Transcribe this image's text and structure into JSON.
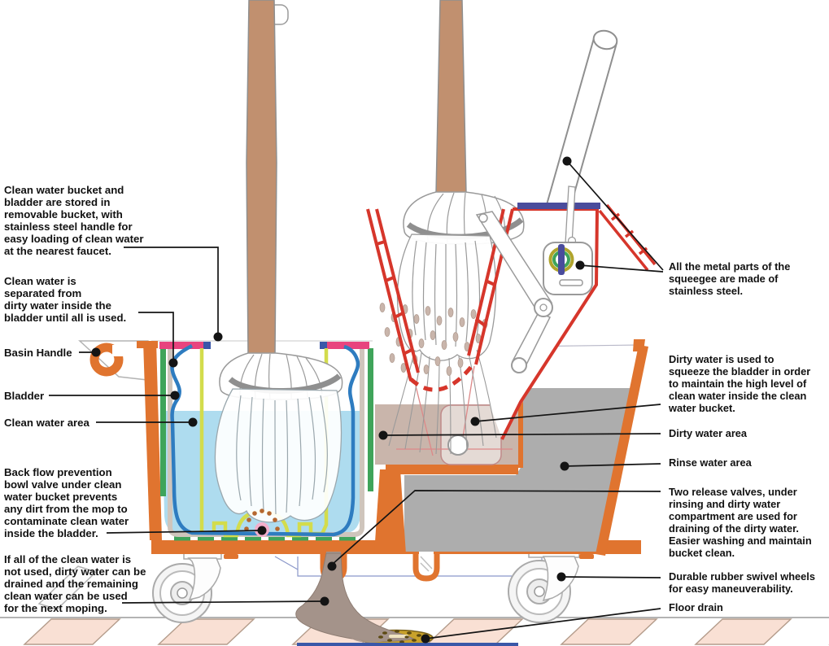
{
  "figure": {
    "type": "technical-cutaway-diagram",
    "subject": "Double-bucket mop wringer trolley cross-section"
  },
  "labels": {
    "note_bucket_storage": "Clean water bucket and\nbladder are stored in\nremovable bucket, with\nstainless steel handle for\neasy loading of clean water\nat the nearest faucet.",
    "note_separation": "Clean water is\nseparated from\ndirty water inside the\nbladder until all is used.",
    "basin_handle": "Basin Handle",
    "bladder": "Bladder",
    "clean_water_area": "Clean water area",
    "note_backflow": "Back flow prevention\nbowl valve under clean\nwater bucket prevents\nany dirt from the mop to\ncontaminate clean water\ninside the bladder.",
    "note_reuse": "If all of the clean water is\nnot used, dirty water can be\ndrained and the remaining\nclean water can be used\nfor the next moping.",
    "note_metal_parts": "All the metal parts of the\nsqueegee are made of\nstainless steel.",
    "note_dirty_squeeze": "Dirty water is used to\nsqueeze the bladder in order\nto maintain the high level of\nclean water inside the clean\nwater bucket.",
    "dirty_water_area": "Dirty water area",
    "rinse_water_area": "Rinse water area",
    "note_release_valves": "Two release valves, under\nrinsing and dirty water\ncompartment are used for\ndraining of the dirty water.\nEasier washing and maintain\nbucket clean.",
    "note_wheels": "Durable rubber swivel wheels\nfor easy maneuverability.",
    "floor_drain": "Floor drain"
  },
  "colors": {
    "bucket_orange": "#E0742F",
    "clean_water_blue": "#AEDCEF",
    "rinse_water_gray": "#ADADAD",
    "dirty_water_tan": "#C9B5AB",
    "wringer_red": "#D6362B",
    "bladder_blue": "#2E7CC0",
    "liner_yellow": "#D3DC4C",
    "strip_green": "#3FA45A",
    "rim_pink": "#E8447E",
    "steel_indigo": "#4A4C9C",
    "drain_gold": "#C9A22B",
    "handle_brown": "#C1906F",
    "floor_tile_pink": "#F9E0D4",
    "valve_pink": "#F3AECB"
  }
}
